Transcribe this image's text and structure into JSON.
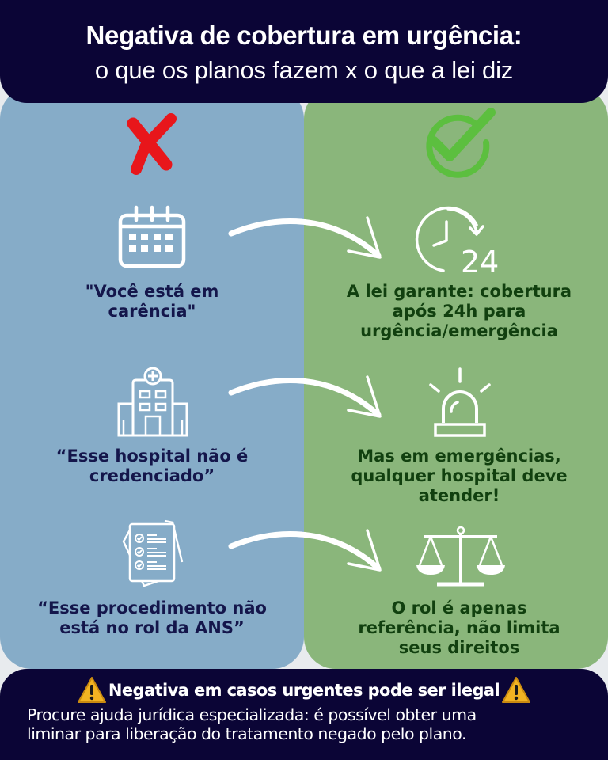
{
  "header": {
    "title": "Negativa de cobertura em urgência:",
    "subtitle": "o que os planos fazem x  o que a lei diz"
  },
  "columns": {
    "left": {
      "icon": "red-x-icon",
      "meaning": "what insurers do"
    },
    "right": {
      "icon": "green-check-icon",
      "meaning": "what the law says"
    }
  },
  "rows": [
    {
      "left_icon": "calendar-icon",
      "left_text": "\"Você está em carência\"",
      "left_lines": [
        "\"Você está em",
        "carência\""
      ],
      "arrow_icon": "curved-arrow-icon",
      "right_icon": "clock-24h-icon",
      "right_text": "A lei garante: cobertura após 24h para urgência/emergência",
      "right_lines": [
        "A lei garante: cobertura",
        "após 24h para",
        "urgência/emergência"
      ]
    },
    {
      "left_icon": "hospital-icon",
      "left_text": "“Esse hospital não é credenciado”",
      "left_lines": [
        "“Esse hospital não é",
        "credenciado”"
      ],
      "arrow_icon": "curved-arrow-icon",
      "right_icon": "siren-icon",
      "right_text": "Mas em emergências, qualquer hospital deve atender!",
      "right_lines": [
        "Mas em emergências,",
        "qualquer hospital deve",
        "atender!"
      ]
    },
    {
      "left_icon": "checklist-document-icon",
      "left_text": "“Esse procedimento não está no rol da ANS”",
      "left_lines": [
        "“Esse procedimento não",
        "está no rol da ANS”"
      ],
      "arrow_icon": "curved-arrow-icon",
      "right_icon": "scales-of-justice-icon",
      "right_text": "O rol é apenas referência, não limita seus direitos",
      "right_lines": [
        "O rol é apenas",
        "referência, não limita",
        "seus direitos"
      ]
    }
  ],
  "footer": {
    "warning_icon": "warning-triangle-icon",
    "warning_title": "Negativa em casos urgentes pode ser ilegal",
    "body_lines": [
      "Procure ajuda jurídica especializada: é possível obter uma",
      "liminar para liberação do tratamento negado pelo plano."
    ]
  },
  "colors": {
    "navy": "#0b0536",
    "panel_blue": "#86acc8",
    "panel_green": "#8ab67b",
    "background": "#e8ebee",
    "x_red": "#e8161b",
    "check_green": "#5cbf3f",
    "left_text": "#14164b",
    "right_text": "#11400f",
    "warning_yellow": "#f2b322"
  }
}
